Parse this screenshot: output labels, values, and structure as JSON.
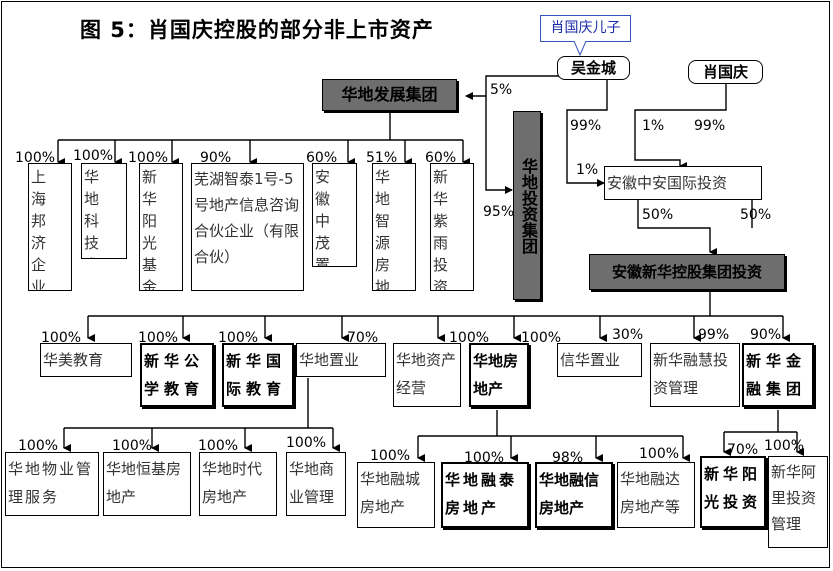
{
  "title": "图 5：肖国庆控股的部分非上市资产",
  "callout": "肖国庆儿子",
  "nodes": {
    "wujincheng": "吴金城",
    "xiaoguoqing": "肖国庆",
    "huadi_dev": "华地发展集团",
    "huadi_invest": "华地投资集团",
    "anhui_zhongan": "安徽中安国际投资",
    "xinhua_holding": "安徽新华控股集团投资",
    "sh_bangji": "上海邦济企业管理",
    "huadi_tech": "华地科技发展",
    "xinhua_yangguang_fund": "新华阳光基金管理",
    "wuhu_zhitai": "芜湖智泰1号-5号地产信息咨询合伙企业（有限合伙）",
    "anhui_zhongmao": "安徽中茂置业",
    "huadi_zhiyuan": "华地智源房地产",
    "xinhua_ziyu": "新华紫雨投资管理",
    "huamei_edu": "华美教育",
    "xinhua_gongxue": "新华公学教育",
    "xinhua_guoji": "新华国际教育",
    "huadi_zhiye": "华地置业",
    "huadi_zichan": "华地资产经营",
    "huadi_fangdichan": "华地房地产",
    "xinhua_zhiye": "信华置业",
    "xinhua_ronghui": "新华融慧投资管理",
    "xinhua_jinrong": "新华金融集团",
    "huadi_wuye": "华地物业管理服务",
    "huadi_hengji": "华地恒基房地产",
    "huadi_shidai": "华地时代房地产",
    "huadi_shangye": "华地商业管理",
    "huadi_rongcheng": "华地融城房地产",
    "huadi_rongtai": "华地融泰房地产",
    "huadi_rongxin": "华地融信房地产",
    "huadi_rongda": "华地融达房地产等",
    "xinhua_yangguang_inv": "新华阳光投资",
    "xinhua_ali": "新华阿里投资管理"
  },
  "percents": {
    "wu_to_dev": "5%",
    "wu_to_huadi_invest": "95%",
    "wu_to_zhongan": "1%",
    "wu_99": "99%",
    "xiao_1": "1%",
    "xiao_99": "99%",
    "zhongan_left": "50%",
    "zhongan_right": "50%",
    "dev_sh_bangji": "100%",
    "dev_tech": "100%",
    "dev_fund": "100%",
    "dev_wuhu": "90%",
    "dev_zhongmao": "60%",
    "dev_zhiyuan": "51%",
    "dev_ziyu": "60%",
    "xh_huamei": "100%",
    "xh_gongxue": "100%",
    "xh_guoji": "100%",
    "xh_zhiye": "70%",
    "xh_zichan": "100%",
    "xh_fangdichan": "100%",
    "xh_xinhua_zhiye": "30%",
    "xh_ronghui": "99%",
    "xh_jinrong": "90%",
    "zy_wuye": "100%",
    "zy_hengji": "100%",
    "zy_shidai": "100%",
    "zy_shangye": "100%",
    "fd_rongcheng": "100%",
    "fd_rongtai": "100%",
    "fd_rongxin": "98%",
    "fd_rongda": "100%",
    "jr_yangguang": "70%",
    "jr_ali": "100%"
  }
}
